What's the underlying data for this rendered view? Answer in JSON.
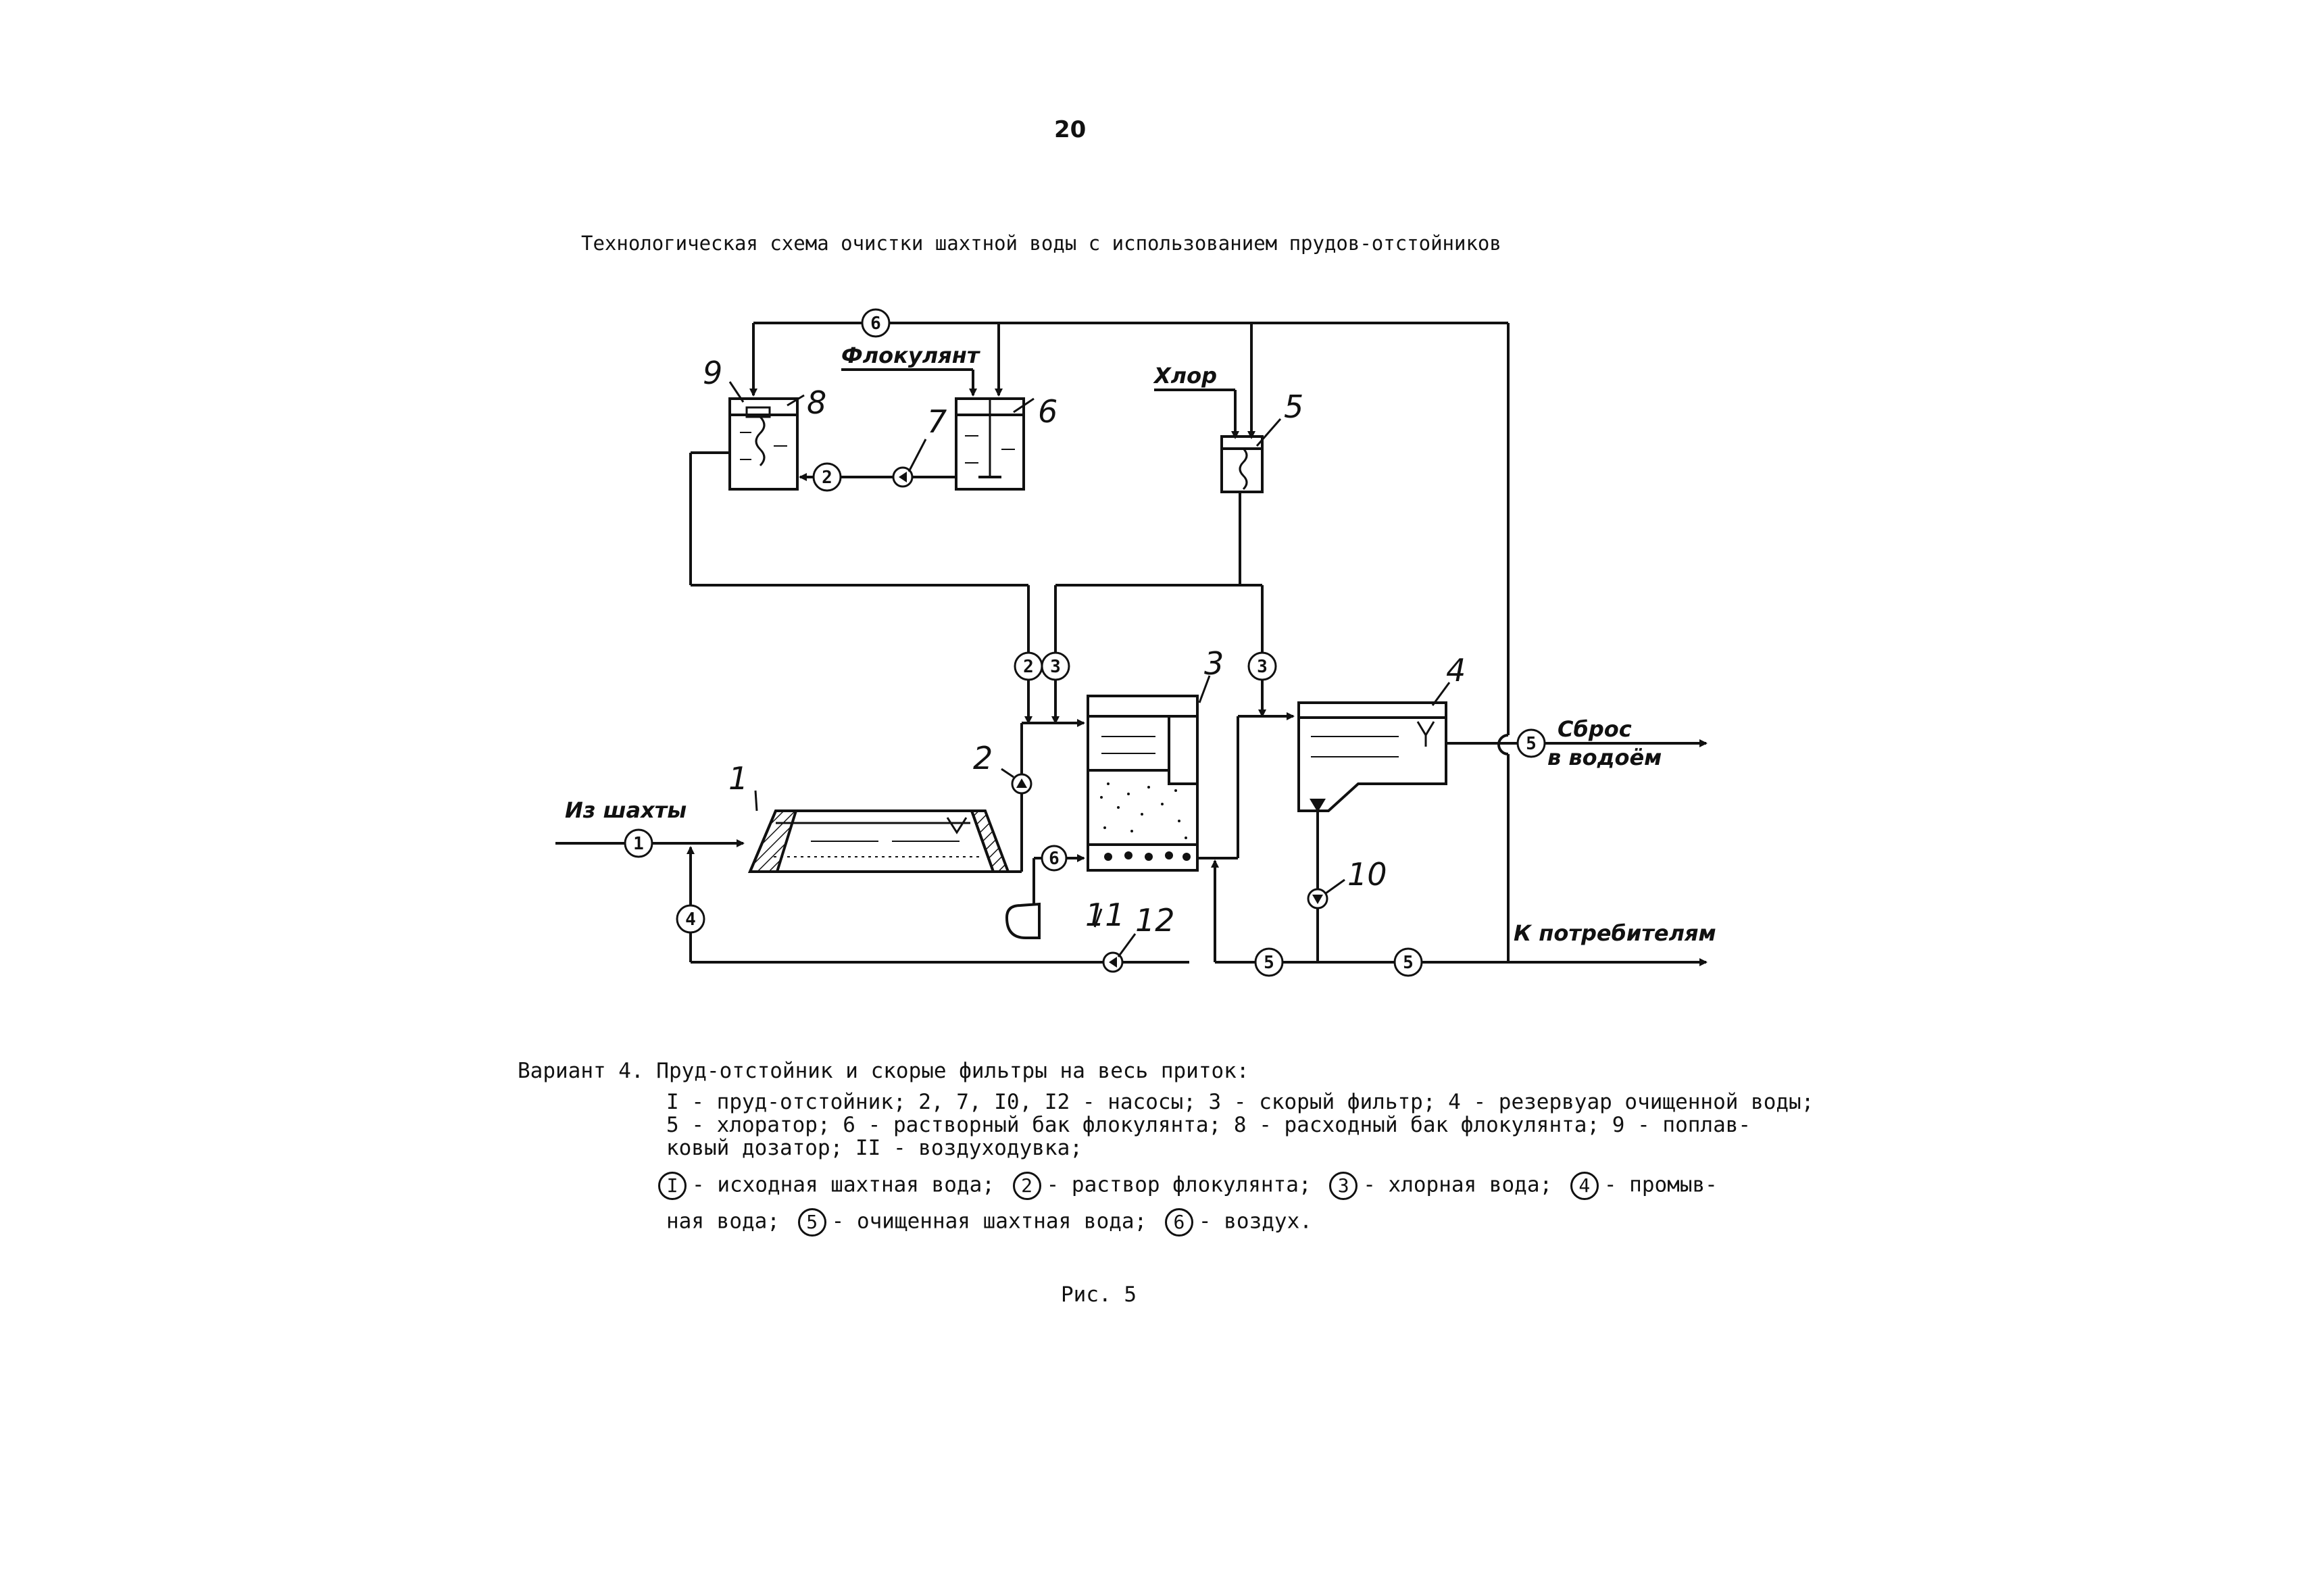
{
  "page": {
    "number": "20",
    "title": "Технологическая схема очистки шахтной воды с использованием прудов-отстойников",
    "caption": "Рис. 5"
  },
  "diagram": {
    "labels": {
      "flocculant": "Флокулянт",
      "chlorine": "Хлор",
      "from_mine": "Из шахты",
      "discharge_1": "Сброс",
      "discharge_2": "в водоём",
      "to_consumers": "К потребителям"
    },
    "component_numbers": [
      "1",
      "2",
      "3",
      "4",
      "5",
      "6",
      "7",
      "8",
      "9",
      "10",
      "11",
      "12"
    ],
    "flow_markers": {
      "air": "6",
      "flocculant_solution": "2",
      "chlorine_water": "3",
      "raw_water": "1",
      "wash_water": "4",
      "treated_water": "5"
    }
  },
  "legend": {
    "variant": "Вариант 4. Пруд-отстойник и скорые фильтры на весь приток:",
    "line1": "I - пруд-отстойник;  2, 7, I0, I2 - насосы;  3 - скорый фильтр;  4 - резервуар очищенной воды;",
    "line2": "5 - хлоратор;  6 - растворный бак флокулянта;  8 - расходный бак флокулянта;  9 - поплав-",
    "line3": "ковый дозатор;  II - воздуходувка;",
    "streams": [
      {
        "num": "I",
        "text": "- исходная шахтная вода;"
      },
      {
        "num": "2",
        "text": "- раствор флокулянта;"
      },
      {
        "num": "3",
        "text": "- хлорная вода;"
      },
      {
        "num": "4",
        "text": "- промыв-"
      },
      {
        "prefix": "ная вода;",
        "num": "5",
        "text": "- очищенная шахтная вода;"
      },
      {
        "num": "6",
        "text": "- воздух."
      }
    ]
  }
}
